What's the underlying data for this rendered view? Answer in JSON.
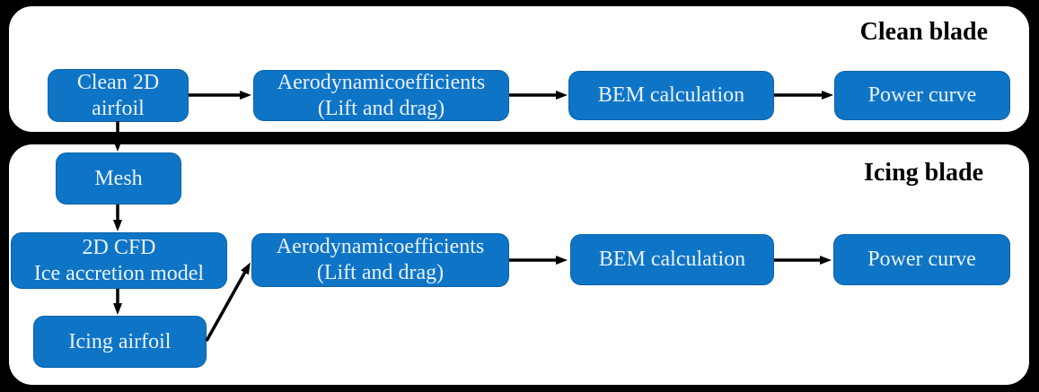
{
  "diagram": {
    "background_color": "#000000",
    "panel_fill": "#ffffff",
    "panel_border_color": "#000000",
    "box_fill": "#0e75c6",
    "box_text_color": "#eaf2fa",
    "arrow_color": "#000000",
    "sections": [
      {
        "id": "clean-blade",
        "title": "Clean blade",
        "nodes": [
          {
            "id": "clean-2d-airfoil",
            "lines": [
              "Clean 2D",
              "airfoil"
            ]
          },
          {
            "id": "aero-coefficients-clean",
            "lines": [
              "Aerodynamicoefficients",
              "(Lift and drag)"
            ]
          },
          {
            "id": "bem-calculation-clean",
            "lines": [
              "BEM calculation"
            ]
          },
          {
            "id": "power-curve-clean",
            "lines": [
              "Power curve"
            ]
          }
        ]
      },
      {
        "id": "icing-blade",
        "title": "Icing blade",
        "nodes": [
          {
            "id": "mesh",
            "lines": [
              "Mesh"
            ]
          },
          {
            "id": "2d-cfd-ice-accretion",
            "lines": [
              "2D CFD",
              "Ice accretion model"
            ]
          },
          {
            "id": "icing-airfoil",
            "lines": [
              "Icing airfoil"
            ]
          },
          {
            "id": "aero-coefficients-icing",
            "lines": [
              "Aerodynamicoefficients",
              "(Lift and drag)"
            ]
          },
          {
            "id": "bem-calculation-icing",
            "lines": [
              "BEM calculation"
            ]
          },
          {
            "id": "power-curve-icing",
            "lines": [
              "Power curve"
            ]
          }
        ]
      }
    ],
    "edges": [
      {
        "from": "clean-2d-airfoil",
        "to": "aero-coefficients-clean"
      },
      {
        "from": "aero-coefficients-clean",
        "to": "bem-calculation-clean"
      },
      {
        "from": "bem-calculation-clean",
        "to": "power-curve-clean"
      },
      {
        "from": "clean-2d-airfoil",
        "to": "mesh"
      },
      {
        "from": "mesh",
        "to": "2d-cfd-ice-accretion"
      },
      {
        "from": "2d-cfd-ice-accretion",
        "to": "icing-airfoil"
      },
      {
        "from": "icing-airfoil",
        "to": "aero-coefficients-icing"
      },
      {
        "from": "aero-coefficients-icing",
        "to": "bem-calculation-icing"
      },
      {
        "from": "bem-calculation-icing",
        "to": "power-curve-icing"
      }
    ]
  }
}
